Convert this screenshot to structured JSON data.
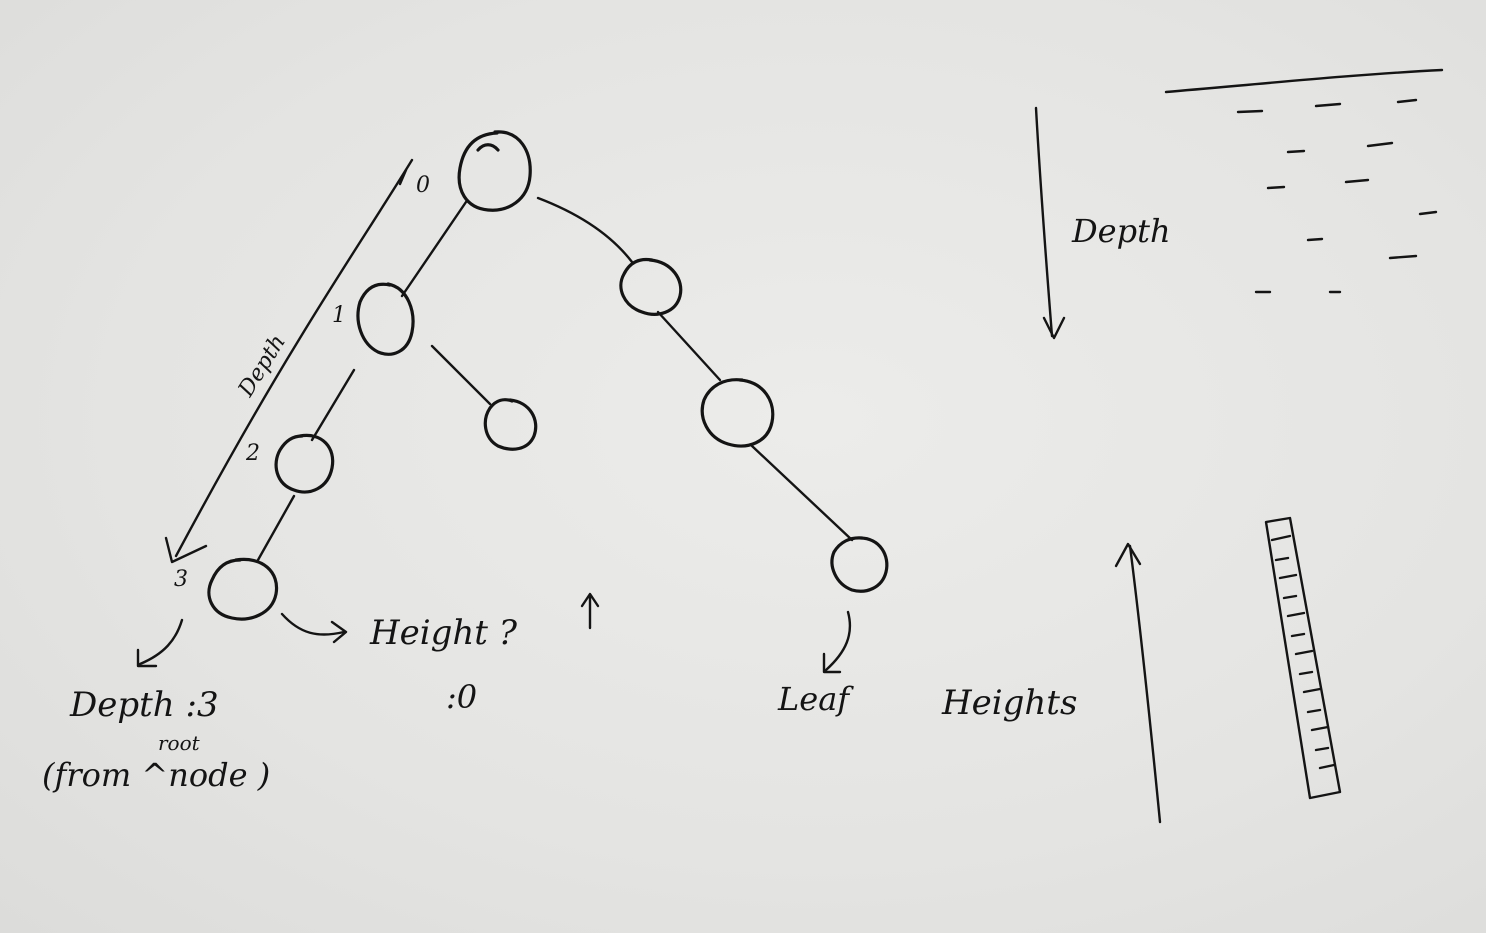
{
  "tree": {
    "depth_levels": [
      "0",
      "1",
      "2",
      "3"
    ],
    "depth_axis_label": "Depth",
    "leaf_depth_label": "Depth :3",
    "leaf_depth_note_line1": "root",
    "leaf_depth_note_line2": "(from ^node )",
    "height_question": "Height ?",
    "height_answer": ":0",
    "leaf_label": "Leaf"
  },
  "depth_illustration": {
    "label": "Depth"
  },
  "height_illustration": {
    "label": "Heights"
  }
}
